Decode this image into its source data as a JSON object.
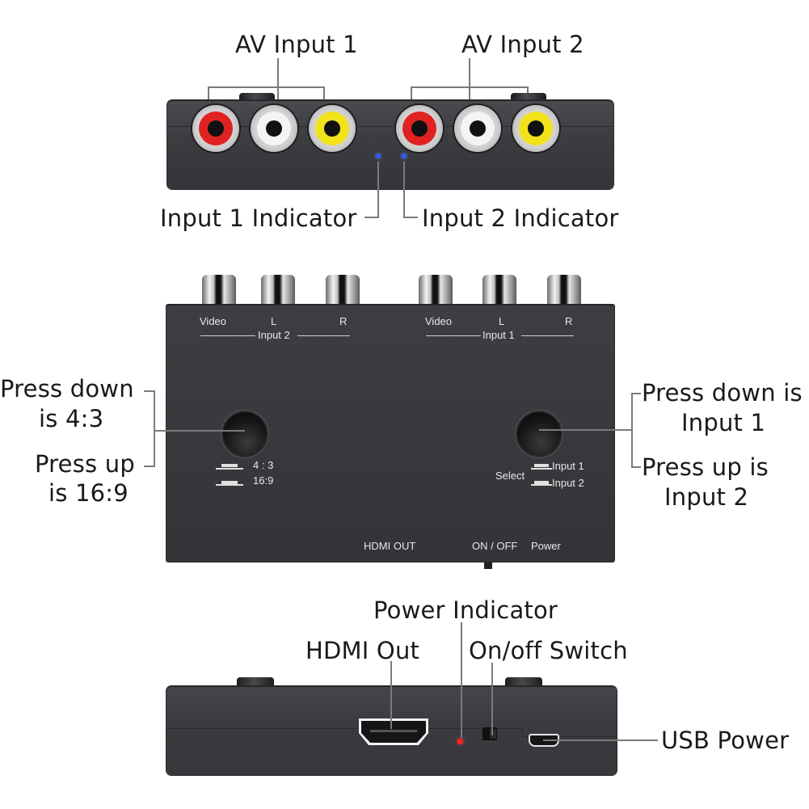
{
  "diagram": {
    "subject": "AV (RCA) to HDMI converter / switch",
    "colors": {
      "device_body": "#3b3c40",
      "callout_text": "#1a1a1a",
      "callout_line": "#7a7a7a",
      "rca_red": "#e02222",
      "rca_white": "#f4f4f4",
      "rca_yellow": "#f2e21a",
      "input_led": "#2b5cff",
      "power_led": "#ff2020"
    },
    "top_view": {
      "callouts": {
        "av_input_1": "AV Input 1",
        "av_input_2": "AV Input 2",
        "input_1_indicator": "Input 1 Indicator",
        "input_2_indicator": "Input 2 Indicator"
      },
      "jacks": [
        {
          "group": "AV Input 1",
          "color": "red"
        },
        {
          "group": "AV Input 1",
          "color": "white"
        },
        {
          "group": "AV Input 1",
          "color": "yellow"
        },
        {
          "group": "AV Input 2",
          "color": "red"
        },
        {
          "group": "AV Input 2",
          "color": "white"
        },
        {
          "group": "AV Input 2",
          "color": "yellow"
        }
      ]
    },
    "middle_view": {
      "input2_labels": {
        "video": "Video",
        "l": "L",
        "r": "R",
        "group": "Input 2"
      },
      "input1_labels": {
        "video": "Video",
        "l": "L",
        "r": "R",
        "group": "Input 1"
      },
      "left_button": {
        "legend_43": "4 : 3",
        "legend_169": "16:9",
        "callout_down_line1": "Press down",
        "callout_down_line2": "is 4:3",
        "callout_up_line1": "Press up",
        "callout_up_line2": "is 16:9"
      },
      "right_button": {
        "select_label": "Select",
        "legend_input1": "Input 1",
        "legend_input2": "Input 2",
        "callout_down_line1": "Press down is",
        "callout_down_line2": "Input 1",
        "callout_up_line1": "Press up is",
        "callout_up_line2": "Input 2"
      },
      "bottom_labels": {
        "hdmi_out": "HDMI OUT",
        "on_off": "ON / OFF",
        "power": "Power"
      }
    },
    "bottom_view": {
      "callouts": {
        "power_indicator": "Power Indicator",
        "hdmi_out": "HDMI Out",
        "on_off_switch": "On/off Switch",
        "usb_power": "USB Power"
      }
    }
  }
}
